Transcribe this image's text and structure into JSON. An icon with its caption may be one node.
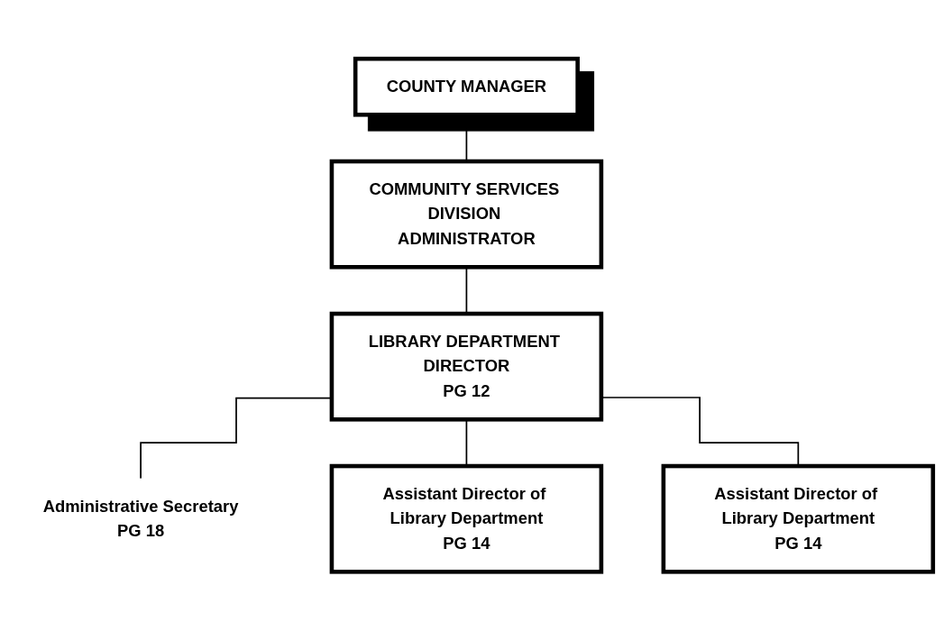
{
  "diagram": {
    "nodes": [
      {
        "text": [
          "COUNTY MANAGER"
        ]
      },
      {
        "text": [
          "COMMUNITY SERVICES DIVISION ADMINISTRATOR"
        ]
      },
      {
        "text": [
          "LIBRARY DEPARTMENT DIRECTOR",
          "PG 12"
        ]
      },
      {
        "text": [
          "Administrative Secretary",
          "PG 18"
        ]
      },
      {
        "text": [
          "Assistant Director of Library Department",
          "PG 14"
        ]
      },
      {
        "text": [
          "Assistant Director of Library Department",
          "PG 14"
        ]
      }
    ],
    "edges": [
      {
        "from": 0,
        "to": 1,
        "arrow": "none"
      },
      {
        "from": 1,
        "to": 2,
        "arrow": "none"
      },
      {
        "from": 2,
        "to": 3,
        "arrow": "none"
      },
      {
        "from": 2,
        "to": 4,
        "arrow": "none"
      },
      {
        "from": 2,
        "to": 5,
        "arrow": "none"
      }
    ]
  }
}
